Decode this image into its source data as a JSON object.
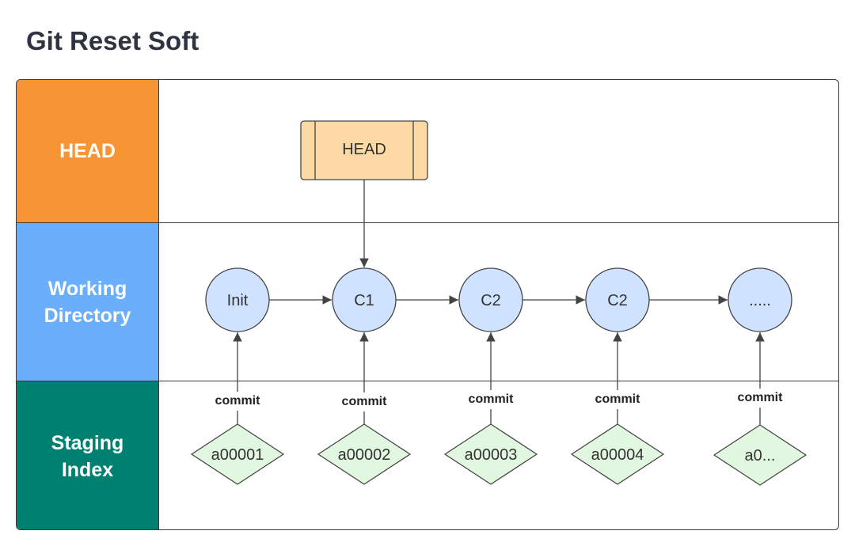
{
  "title": "Git Reset Soft",
  "lanes": [
    {
      "label": "HEAD",
      "color": "#f79433"
    },
    {
      "label": "Working Directory",
      "color": "#6aaefc"
    },
    {
      "label": "Staging Index",
      "color": "#008070"
    }
  ],
  "head_pointer": {
    "label": "HEAD",
    "fill": "#fdd9a6",
    "stroke": "#444444"
  },
  "commits": [
    "Init",
    "C1",
    "C2",
    "C2",
    "....."
  ],
  "commit_style": {
    "fill": "#cfe2ff",
    "stroke": "#444444"
  },
  "index_entries": [
    "a00001",
    "a00002",
    "a00003",
    "a00004",
    "a0..."
  ],
  "index_style": {
    "fill": "#e2f7df",
    "stroke": "#444444"
  },
  "edge_label": "commit"
}
